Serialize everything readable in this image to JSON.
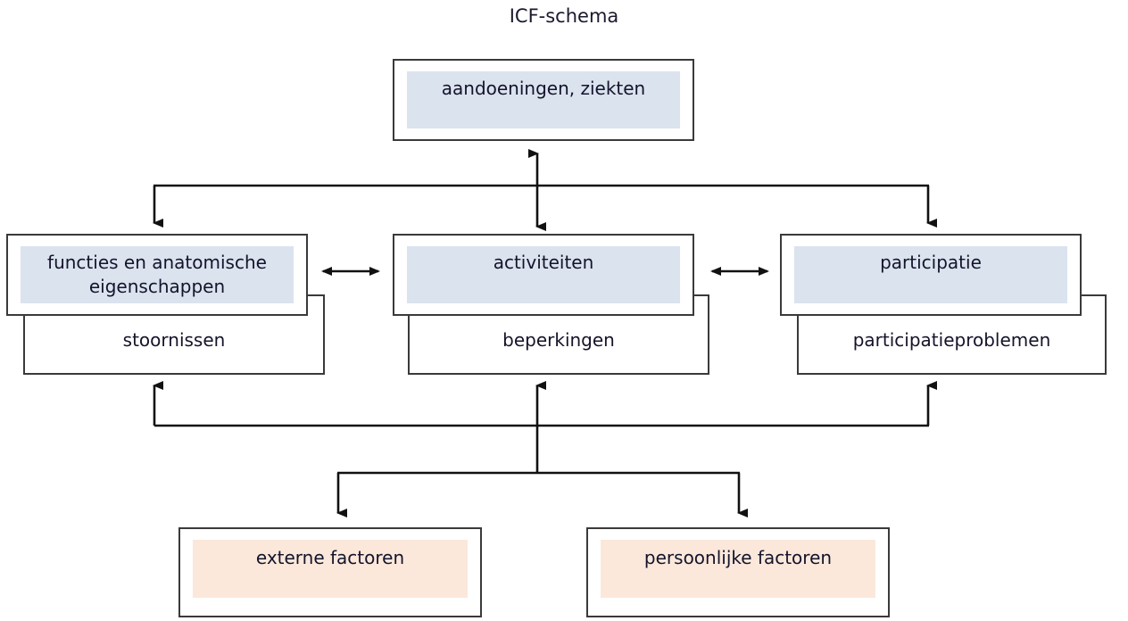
{
  "title": "ICF-schema",
  "colors": {
    "blue_fill": "#dbe3ef",
    "peach_fill": "#fbe8db",
    "border": "#3a3a3a",
    "text": "#14142b",
    "background": "#ffffff"
  },
  "nodes": {
    "health_condition": {
      "label": "aandoeningen, ziekten",
      "fill": "blue"
    },
    "body_functions": {
      "label": "functies en anatomische eigenschappen",
      "fill": "blue",
      "problem_label": "stoornissen"
    },
    "activities": {
      "label": "activiteiten",
      "fill": "blue",
      "problem_label": "beperkingen"
    },
    "participation": {
      "label": "participatie",
      "fill": "blue",
      "problem_label": "participatieproblemen"
    },
    "external_factors": {
      "label": "externe factoren",
      "fill": "peach"
    },
    "personal_factors": {
      "label": "persoonlijke factoren",
      "fill": "peach"
    }
  },
  "connectors": [
    {
      "name": "health-to-activities",
      "type": "double-vertical"
    },
    {
      "name": "health-to-body-functions",
      "type": "single-down"
    },
    {
      "name": "health-to-participation",
      "type": "single-down"
    },
    {
      "name": "body-functions-to-activities",
      "type": "double-horizontal"
    },
    {
      "name": "activities-to-participation",
      "type": "double-horizontal"
    },
    {
      "name": "contextual-to-body-functions",
      "type": "single-up"
    },
    {
      "name": "contextual-to-activities",
      "type": "single-up"
    },
    {
      "name": "contextual-to-participation",
      "type": "single-up"
    },
    {
      "name": "activities-to-external-factors",
      "type": "single-down"
    },
    {
      "name": "activities-to-personal-factors",
      "type": "single-down"
    }
  ]
}
